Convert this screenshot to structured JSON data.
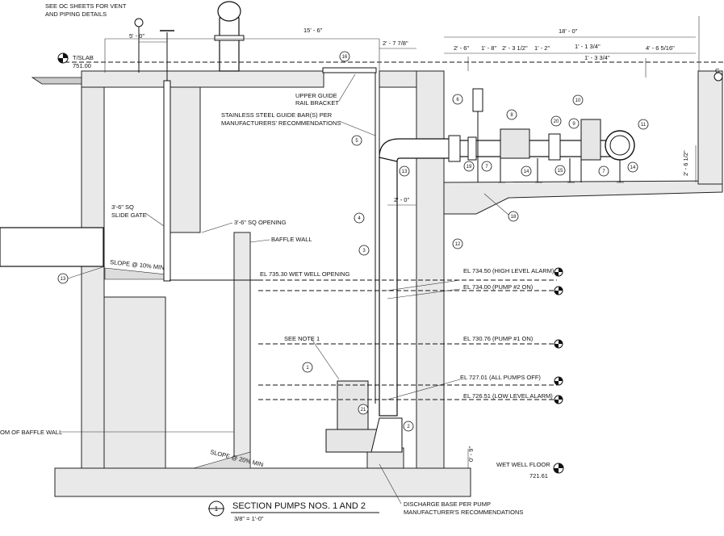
{
  "notes": {
    "vent_line1": "SEE OC SHEETS FOR VENT",
    "vent_line2": "AND PIPING DETAILS",
    "upper_guide_1": "UPPER GUIDE",
    "upper_guide_2": "RAIL BRACKET",
    "guide_bar_1": "STAINLESS STEEL GUIDE BAR(S) PER",
    "guide_bar_2": "MANUFACTURERS' RECOMMENDATIONS",
    "slide_gate_1": "3'-6\" SQ",
    "slide_gate_2": "SLIDE GATE",
    "opening": "3'-6\" SQ OPENING",
    "baffle_wall": "BAFFLE WALL",
    "slope_top": "SLOPE @ 10% MIN",
    "slope_bottom": "SLOPE @ 20% MIN",
    "see_note": "SEE NOTE 1",
    "baffle_bottom": "OM OF BAFFLE WALL",
    "discharge_1": "DISCHARGE BASE PER PUMP",
    "discharge_2": "MANUFACTURER'S RECOMMENDATIONS"
  },
  "elevations": {
    "tslab_label": "T/SLAB",
    "tslab_value": "751.00",
    "wet_well_opening": "EL 735.30 WET WELL OPENING",
    "high_alarm": "EL 734.50 (HIGH LEVEL ALARM)",
    "pump2_on": "EL 734.00 (PUMP #2 ON)",
    "pump1_on": "EL 730.76 (PUMP #1 ON)",
    "all_off": "EL 727.01 (ALL PUMPS OFF)",
    "low_alarm": "EL 726.51 (LOW LEVEL ALARM)",
    "floor_label": "WET WELL FLOOR",
    "floor_value": "721.61",
    "right_edge": "G"
  },
  "dimensions": {
    "d_15_6": "15' - 6\"",
    "d_5_0": "5' - 0\"",
    "d_2_7_7_8": "2' - 7 7/8\"",
    "d_18_0": "18' - 0\"",
    "d_1_1_3_4": "1' - 1 3/4\"",
    "d_2_6": "2' - 6\"",
    "d_1_8": "1' - 8\"",
    "d_2_3_1_2": "2' - 3 1/2\"",
    "d_1_2": "1' - 2\"",
    "d_1_3_3_4": "1' - 3 3/4\"",
    "d_4_6_5_16": "4' - 6 5/16\"",
    "d_2_0": "2' - 0\"",
    "d_2_6_1_2": "2' - 6 1/2\"",
    "d_0_9": "0' - 9\""
  },
  "title": {
    "number": "1",
    "text": "SECTION PUMPS NOS. 1 AND 2",
    "scale": "3/8\" = 1'-0\""
  },
  "tags": [
    "1",
    "2",
    "3",
    "4",
    "5",
    "6",
    "7",
    "8",
    "9",
    "10",
    "11",
    "12",
    "13",
    "14",
    "15",
    "16",
    "18",
    "19",
    "20",
    "21"
  ]
}
